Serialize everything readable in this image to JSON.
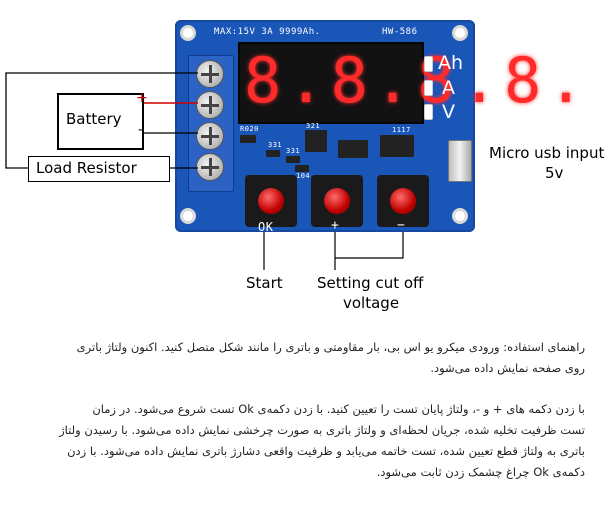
{
  "board": {
    "silk_top": "MAX:15V 3A 9999Ah.",
    "model": "HW-586",
    "display_digits": "8.8.8.8.",
    "units": [
      "Ah",
      "A",
      "V"
    ],
    "button_labels": [
      "OK",
      "+",
      "−"
    ],
    "component_marks": [
      "R020",
      "331",
      "331",
      "321",
      "104",
      "1117"
    ]
  },
  "callouts": {
    "battery": "Battery",
    "plus": "+",
    "minus": "-",
    "load_resistor": "Load Resistor",
    "micro_usb_line1": "Micro usb input",
    "micro_usb_line2": "5v",
    "start": "Start",
    "setting_line1": "Setting cut off",
    "setting_line2": "voltage"
  },
  "instructions": {
    "para1_line1": "راهنمای استفاده: ورودی میکرو یو اس بی، بار مقاومتی و باتری را مانند شکل متصل کنید. اکنون ولتاژ باتری",
    "para1_line2": "روی صفحه نمایش داده می‌شود.",
    "para2_line1": "با زدن دکمه های + و -، ولتاژ پایان تست را تعیین کنید. با زدن دکمه‌ی Ok تست شروع می‌شود. در زمان",
    "para2_line2": "تست ظرفیت تخلیه شده، جریان لحظه‌ای و ولتاژ باتری به صورت چرخشی نمایش داده می‌شود. با رسیدن ولتاژ",
    "para2_line3": "باتری به ولتاژ قطع تعیین شده، تست خاتمه می‌یابد و ظرفیت واقعی دشارژ باتری نمایش داده می‌شود. با زدن",
    "para2_line4": "دکمه‌ی Ok چراغ چشمک زدن ثابت می‌شود."
  },
  "colors": {
    "pcb": "#1a55b8",
    "digit": "#ff2b2b",
    "button": "#c00000",
    "plus_wire": "#cc0000"
  }
}
